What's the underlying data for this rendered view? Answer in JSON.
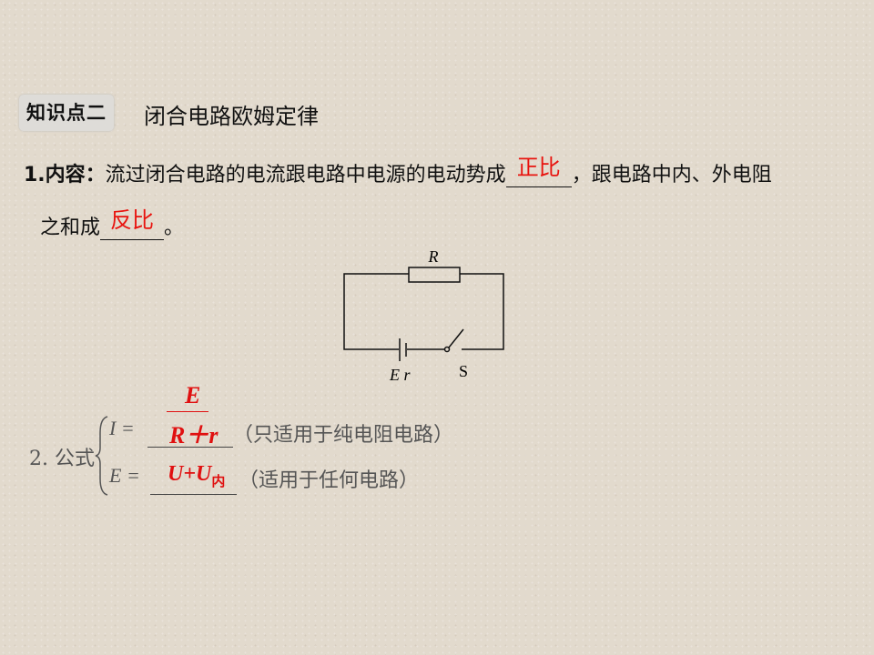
{
  "heading": {
    "tag": "知识点二",
    "title": "闭合电路欧姆定律"
  },
  "content": {
    "label": "1.内容：",
    "text1": "流过闭合电路的电流跟电路中电源的电动势成",
    "answer1": "正比",
    "text2": "，跟电路中内、外电阻",
    "text3": "之和成",
    "answer2": "反比",
    "text4": "。"
  },
  "circuit": {
    "resistor_label": "R",
    "source_label": "E r",
    "switch_label": "S"
  },
  "formula": {
    "label": "2. 公式",
    "line1_lhs": "I =",
    "line1_num": "E",
    "line1_den": "R＋r",
    "line1_note": "（只适用于纯电阻电路）",
    "line2_lhs": "E =",
    "line2_ans": "U+U",
    "line2_sub": "内",
    "line2_note": "（适用于任何电路）"
  },
  "colors": {
    "answer": "#e8140f",
    "background": "#e2dacd"
  }
}
